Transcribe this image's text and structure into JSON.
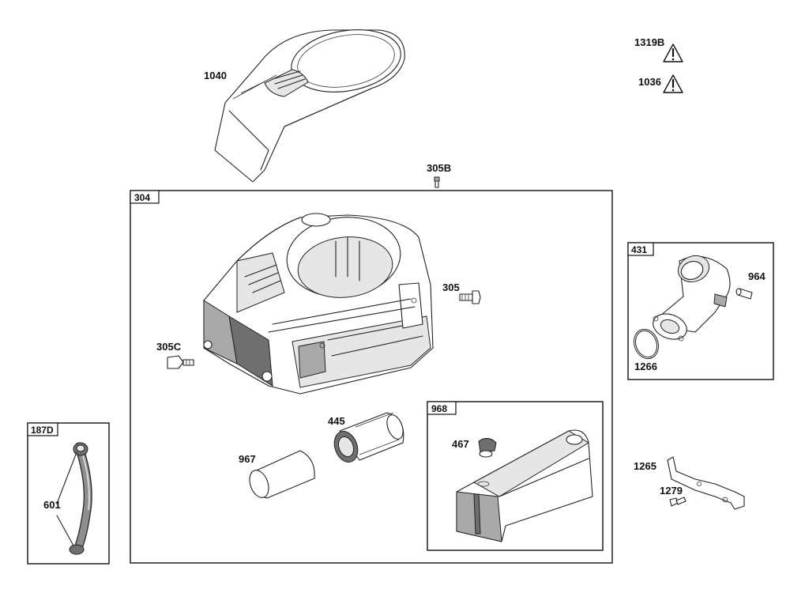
{
  "callouts": {
    "c1040": "1040",
    "c1319B": "1319B",
    "c1036": "1036",
    "c305B": "305B",
    "c305": "305",
    "c305C": "305C",
    "c445": "445",
    "c967": "967",
    "c467": "467",
    "c964": "964",
    "c1266": "1266",
    "c1265": "1265",
    "c1279": "1279",
    "c601": "601"
  },
  "groups": {
    "g304": "304",
    "g431": "431",
    "g968": "968",
    "g187D": "187D"
  },
  "icons": {
    "warning": "warning-triangle-icon"
  }
}
